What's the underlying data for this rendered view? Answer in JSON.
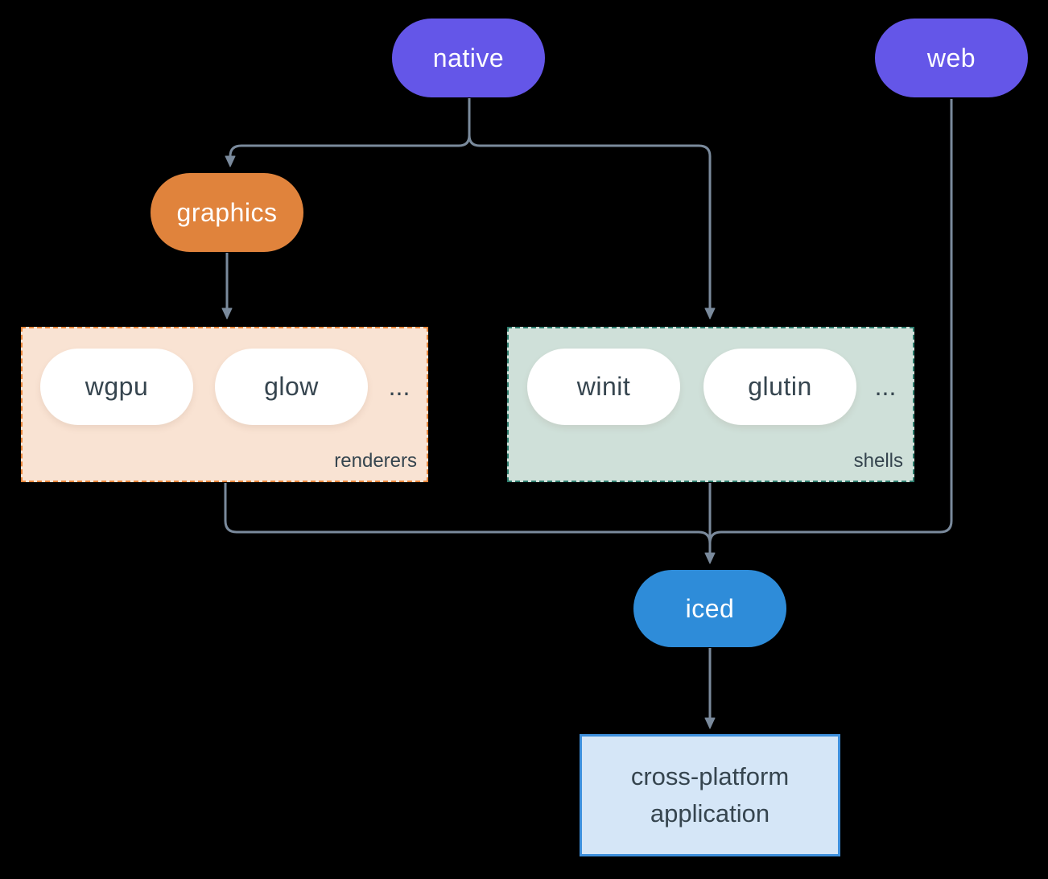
{
  "nodes": {
    "native": {
      "label": "native",
      "color": "#6456e8"
    },
    "web": {
      "label": "web",
      "color": "#6456e8"
    },
    "graphics": {
      "label": "graphics",
      "color": "#e0833c"
    },
    "iced": {
      "label": "iced",
      "color": "#2e8cd9"
    },
    "app": {
      "lines": [
        "cross-platform",
        "application"
      ],
      "fill": "#d5e6f7",
      "border": "#3e90dd"
    }
  },
  "groups": {
    "renderers": {
      "label": "renderers",
      "items": [
        "wgpu",
        "glow"
      ],
      "ellipsis": "...",
      "fill": "#f9e3d3",
      "border": "#e8873d"
    },
    "shells": {
      "label": "shells",
      "items": [
        "winit",
        "glutin"
      ],
      "ellipsis": "...",
      "fill": "#cfe0d9",
      "border": "#2e7c6d"
    }
  },
  "style": {
    "background": "#000000",
    "connector_color": "#7a8a9c",
    "pill_text_color": "#ffffff",
    "dark_text_color": "#36454f"
  }
}
